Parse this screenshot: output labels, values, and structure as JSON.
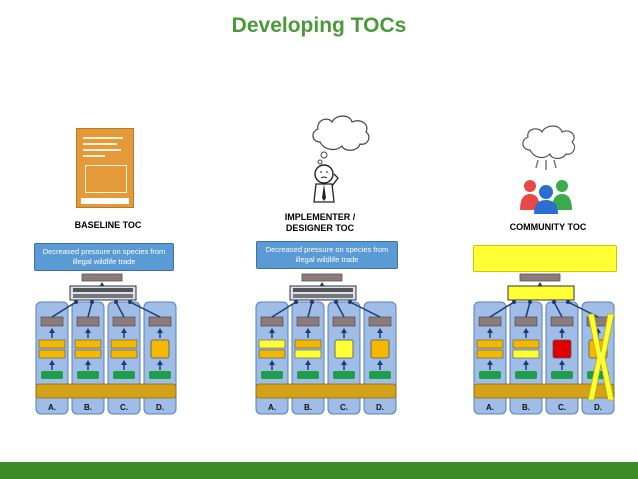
{
  "title": "Developing TOCs",
  "columns": [
    {
      "label": "BASELINE TOC",
      "outcome": "Decreased pressure on species from illegal wildlife trade",
      "letters": [
        "A.",
        "B.",
        "C.",
        "D."
      ],
      "variant": "baseline"
    },
    {
      "label": "IMPLEMENTER / DESIGNER TOC",
      "outcome": "Decreased pressure on species from illegal wildlife trade",
      "letters": [
        "A.",
        "B.",
        "C.",
        "D."
      ],
      "variant": "implementer"
    },
    {
      "label": "COMMUNITY TOC",
      "outcome": "",
      "letters": [
        "A.",
        "B.",
        "C.",
        "D."
      ],
      "variant": "community"
    }
  ],
  "colors": {
    "title": "#4a9a3a",
    "column_bg": "#9fbde6",
    "column_border": "#5a7fb8",
    "grey_box": "#8c7b7b",
    "orange_box": "#f5b800",
    "green_box": "#1e9e4a",
    "base_bar": "#d4a11a",
    "blue_outcome": "#5b9bd5",
    "yellow_highlight": "#ffff33",
    "red_box": "#e00000",
    "arrow": "#1f3b73",
    "footer": "#3d8b27"
  }
}
